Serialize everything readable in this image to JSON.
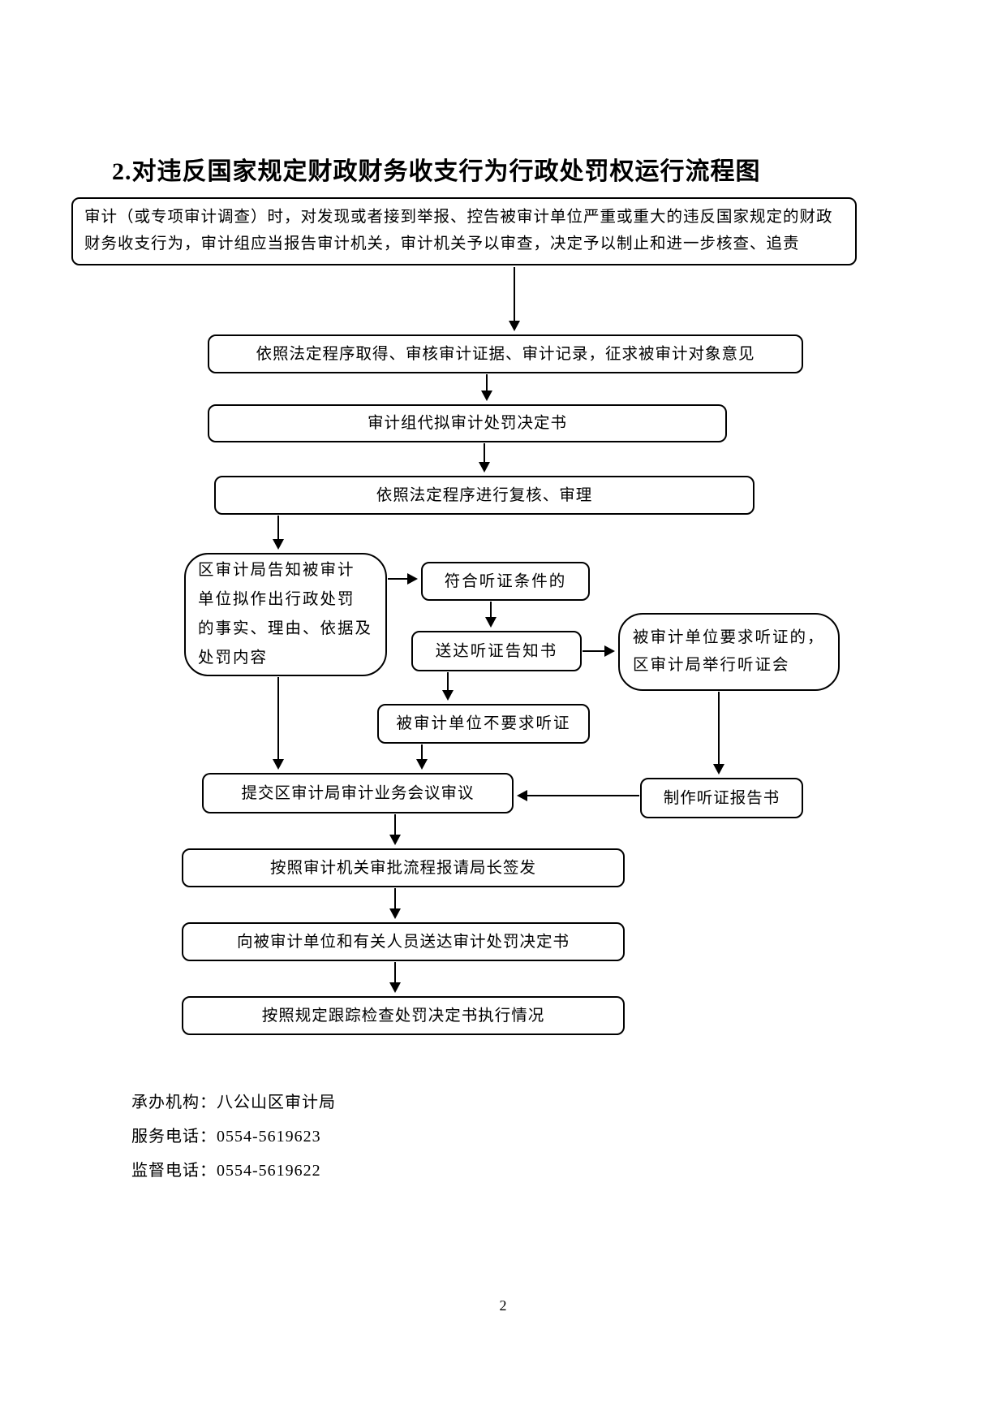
{
  "page": {
    "title": "2.对违反国家规定财政财务收支行为行政处罚权运行流程图",
    "page_number": "2"
  },
  "colors": {
    "background": "#ffffff",
    "text": "#000000",
    "box_border": "#000000"
  },
  "flowchart": {
    "nodes": {
      "start": {
        "label": "审计（或专项审计调查）时，对发现或者接到举报、控告被审计单位严重或重大的违反国家规定的财政财务收支行为，审计组应当报告审计机关，审计机关予以审查，决定予以制止和进一步核查、追责"
      },
      "evidence": {
        "label": "依照法定程序取得、审核审计证据、审计记录，征求被审计对象意见"
      },
      "draft": {
        "label": "审计组代拟审计处罚决定书"
      },
      "review": {
        "label": "依照法定程序进行复核、审理"
      },
      "inform": {
        "label": "区审计局告知被审计\n单位拟作出行政处罚\n的事实、理由、依据及\n处罚内容"
      },
      "hearing_eligible": {
        "label": "符合听证条件的"
      },
      "hearing_notice": {
        "label": "送达听证告知书"
      },
      "hearing_held": {
        "label": "被审计单位要求听证的，\n区审计局举行听证会"
      },
      "no_hearing": {
        "label": "被审计单位不要求听证"
      },
      "submit_meeting": {
        "label": "提交区审计局审计业务会议审议"
      },
      "hearing_report": {
        "label": "制作听证报告书"
      },
      "approval": {
        "label": "按照审计机关审批流程报请局长签发"
      },
      "deliver": {
        "label": "向被审计单位和有关人员送达审计处罚决定书"
      },
      "track": {
        "label": "按照规定跟踪检查处罚决定书执行情况"
      }
    },
    "edges": [
      {
        "from": "start",
        "to": "evidence"
      },
      {
        "from": "evidence",
        "to": "draft"
      },
      {
        "from": "draft",
        "to": "review"
      },
      {
        "from": "review",
        "to": "inform"
      },
      {
        "from": "inform",
        "to": "hearing_eligible"
      },
      {
        "from": "hearing_eligible",
        "to": "hearing_notice"
      },
      {
        "from": "hearing_notice",
        "to": "hearing_held"
      },
      {
        "from": "hearing_notice",
        "to": "no_hearing"
      },
      {
        "from": "no_hearing",
        "to": "submit_meeting"
      },
      {
        "from": "inform",
        "to": "submit_meeting"
      },
      {
        "from": "hearing_held",
        "to": "hearing_report"
      },
      {
        "from": "hearing_report",
        "to": "submit_meeting"
      },
      {
        "from": "submit_meeting",
        "to": "approval"
      },
      {
        "from": "approval",
        "to": "deliver"
      },
      {
        "from": "deliver",
        "to": "track"
      }
    ]
  },
  "footer": {
    "agency": "承办机构：八公山区审计局",
    "service_phone": "服务电话：0554-5619623",
    "supervision_phone": "监督电话：0554-5619622"
  }
}
